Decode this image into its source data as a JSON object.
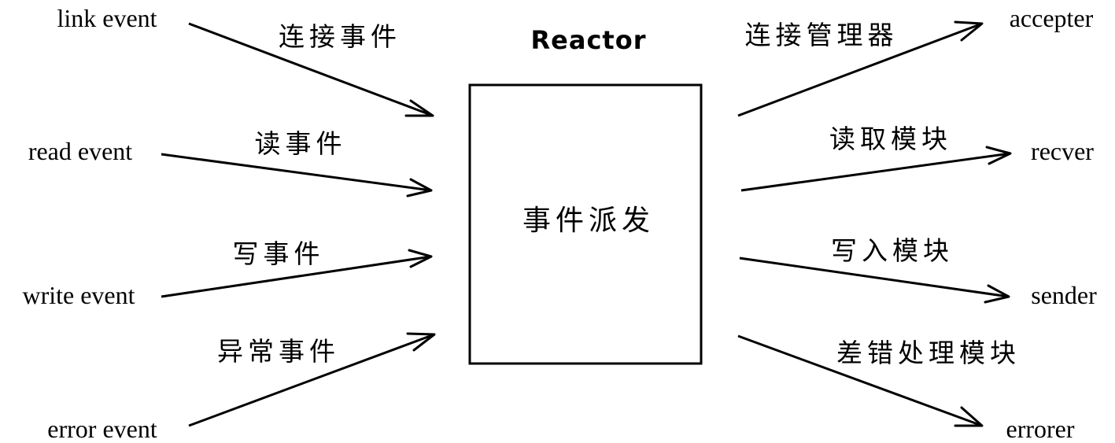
{
  "reactor": {
    "title": "Reactor",
    "center": "事件派发"
  },
  "inputs": [
    {
      "source": "link event",
      "label": "连接事件"
    },
    {
      "source": "read event",
      "label": "读事件"
    },
    {
      "source": "write event",
      "label": "写事件"
    },
    {
      "source": "error event",
      "label": "异常事件"
    }
  ],
  "outputs": [
    {
      "target": "accepter",
      "label": "连接管理器"
    },
    {
      "target": "recver",
      "label": "读取模块"
    },
    {
      "target": "sender",
      "label": "写入模块"
    },
    {
      "target": "errorer",
      "label": "差错处理模块"
    }
  ]
}
